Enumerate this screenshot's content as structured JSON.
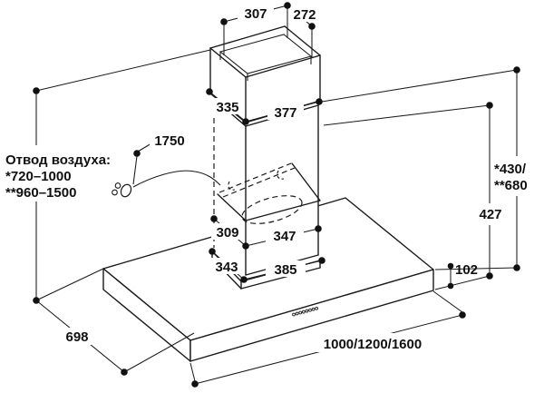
{
  "drawing": {
    "type": "cooker-hood installation dimension drawing",
    "colors": {
      "line": "#1a1a1a",
      "background": "#ffffff",
      "text": "#111111"
    },
    "dimensions": {
      "top_opening_width": "307",
      "top_opening_depth": "272",
      "upper_duct_depth": "335",
      "upper_duct_width": "377",
      "cord_length": "1750",
      "lower_duct_depth": "309",
      "lower_duct_width": "347",
      "base_depth": "343",
      "base_width": "385",
      "chimney_height_line1": "*430/",
      "chimney_height_line2": "**680",
      "body_section_height": "427",
      "canopy_thickness": "102",
      "canopy_depth": "698",
      "canopy_width_options": "1000/1200/1600"
    },
    "air_outlet_note": {
      "title": "Отвод воздуха:",
      "range_single": "*720–1000",
      "range_double": "**960–1500"
    }
  }
}
